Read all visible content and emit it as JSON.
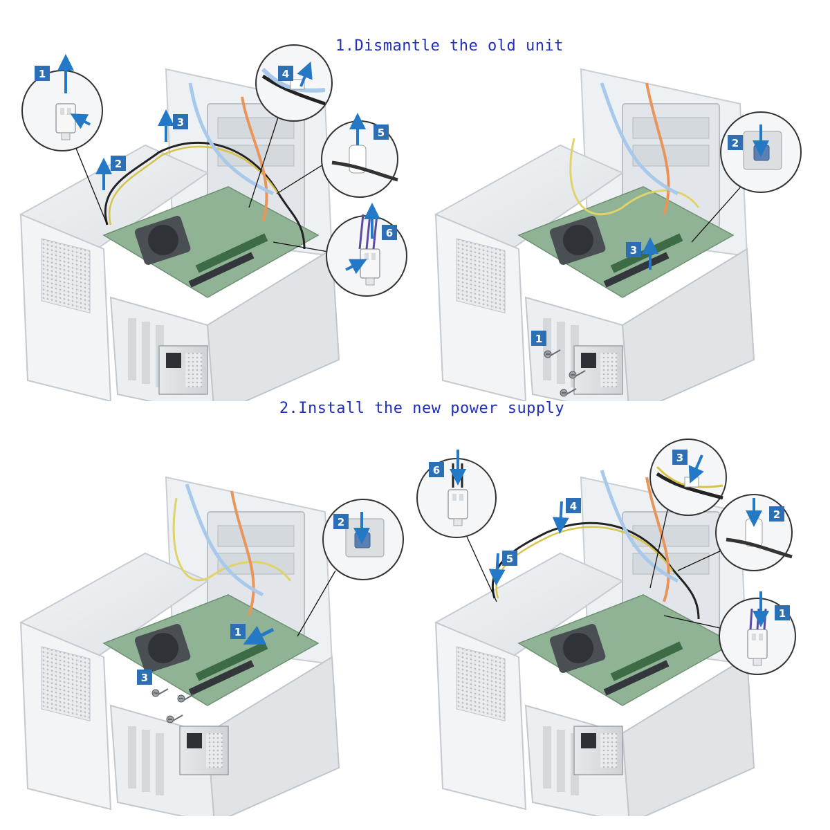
{
  "headings": {
    "step1": "1.Dismantle the old unit",
    "step2": "2.Install the new power supply"
  },
  "colors": {
    "heading": "#1f2fb8",
    "callout_badge": "#2c6fb5",
    "arrow": "#2479c7",
    "chassis": "#e8ebee",
    "board": "#7fa384",
    "cable_yellow": "#d8c34a",
    "cable_black": "#222222",
    "cable_orange": "#e9955a",
    "cable_blue": "#a9c9ea"
  },
  "panels": {
    "top_left": {
      "callouts": [
        "1",
        "2",
        "3",
        "4",
        "5",
        "6"
      ]
    },
    "top_right": {
      "callouts": [
        "1",
        "2",
        "3"
      ]
    },
    "bottom_left": {
      "callouts": [
        "1",
        "2",
        "3"
      ]
    },
    "bottom_right": {
      "callouts": [
        "1",
        "2",
        "3",
        "4",
        "5",
        "6"
      ]
    }
  }
}
